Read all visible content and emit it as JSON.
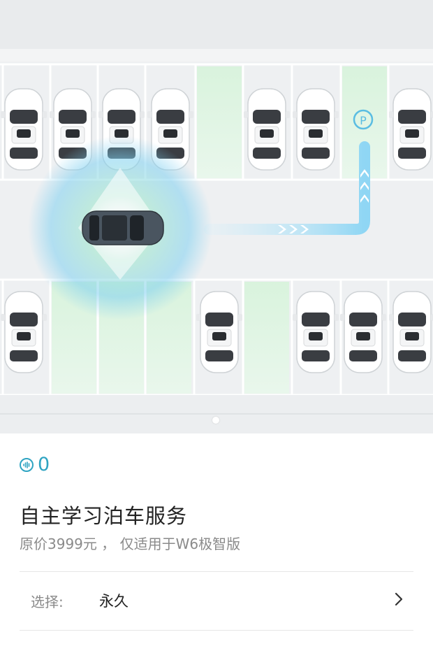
{
  "hero": {
    "image_description_icon": "parking-p-icon",
    "pager": {
      "total": 1,
      "active": 0
    }
  },
  "price": {
    "icon": "audio-wave-icon",
    "value": "0",
    "accent_color": "#2fa4c2"
  },
  "product": {
    "title": "自主学习泊车服务",
    "subtitle": "原价3999元 ，  仅适用于W6极智版"
  },
  "option": {
    "label": "选择:",
    "value": "永久",
    "chevron_icon": "chevron-right-icon"
  }
}
